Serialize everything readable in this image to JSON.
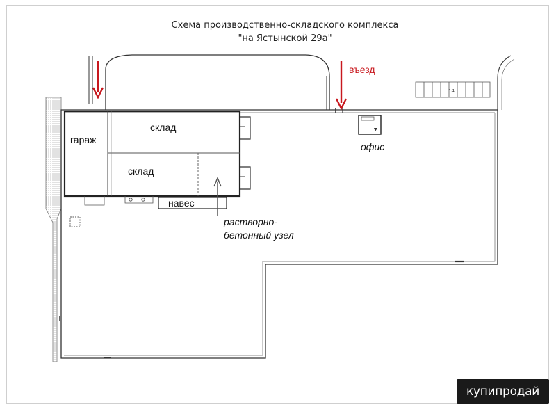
{
  "title_line1": "Схема производственно-складского комплекса",
  "title_line2": "\"на Ястынской 29а\"",
  "labels": {
    "garage": "гараж",
    "warehouse_top": "склад",
    "warehouse_bottom": "склад",
    "canopy": "навес",
    "entry": "въезд",
    "office": "офис",
    "concrete_line1": "растворно-",
    "concrete_line2": "бетонный узел"
  },
  "watermark": "купипродай",
  "colors": {
    "arrow_red": "#c8181e",
    "lines": "#333333",
    "arrow_gray": "#555555"
  }
}
